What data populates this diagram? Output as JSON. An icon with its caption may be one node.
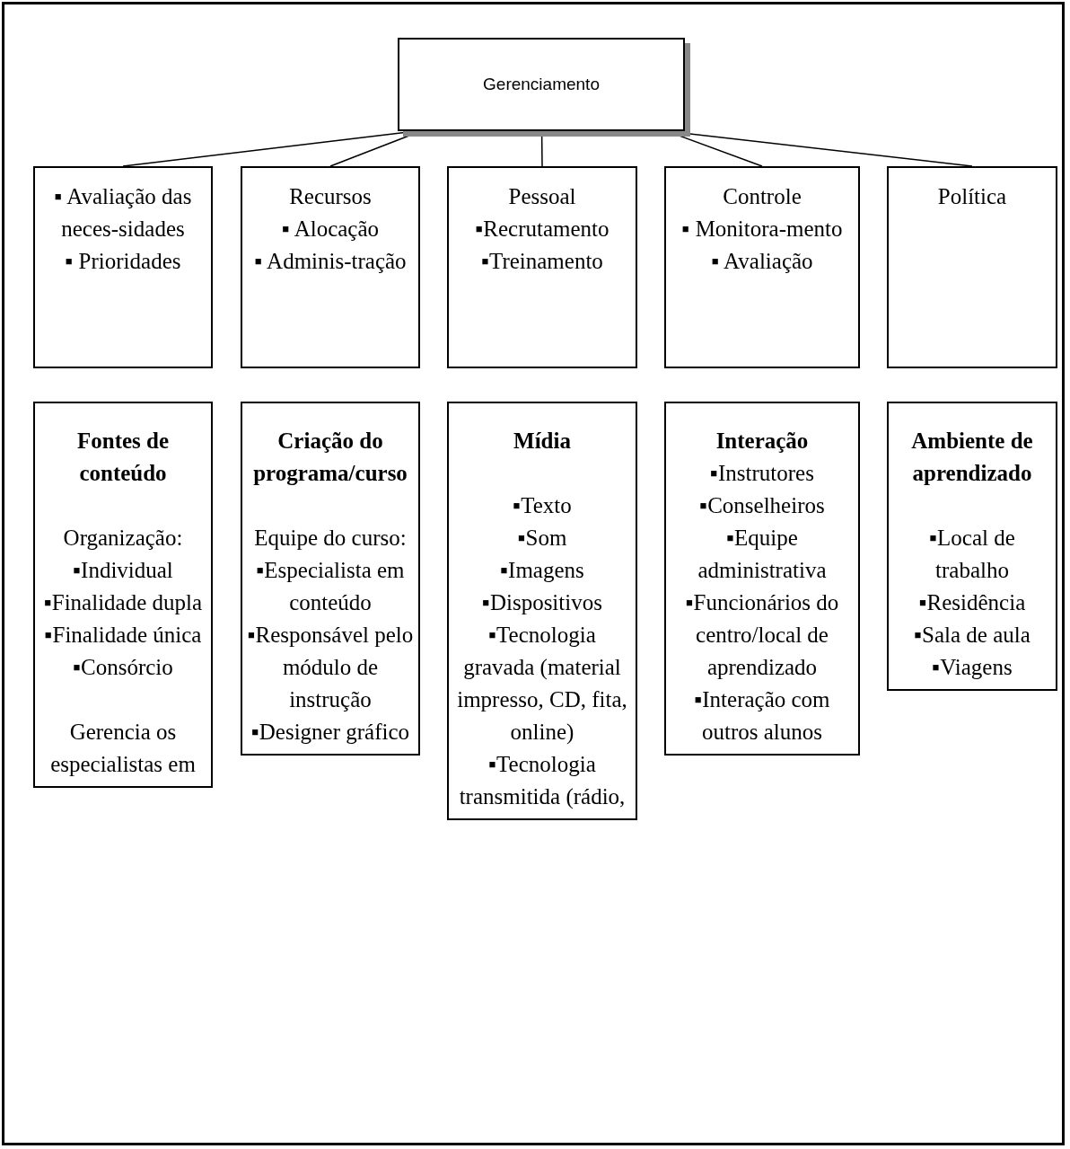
{
  "diagram": {
    "nodes": [
      {
        "text": [
          "Gerenciamento"
        ]
      },
      {
        "text": [
          "▪ Avaliação das neces-sidades",
          "▪ Prioridades"
        ]
      },
      {
        "text": [
          "Recursos",
          "▪ Alocação",
          "▪ Adminis-tração"
        ]
      },
      {
        "text": [
          "Pessoal",
          "▪Recrutamento",
          "▪Treinamento"
        ]
      },
      {
        "text": [
          "Controle",
          "▪ Monitora-mento",
          "▪ Avaliação"
        ]
      },
      {
        "text": [
          "Política"
        ]
      },
      {
        "text": [
          "Fontes de conteúdo",
          "Organização:",
          "▪Individual",
          "▪Finalidade dupla",
          "▪Finalidade única",
          "▪Consórcio",
          "Gerencia os especialistas em"
        ]
      },
      {
        "text": [
          "Criação do programa/curso",
          "Equipe do curso:",
          "▪Especialista em conteúdo",
          "▪Responsável pelo módulo de instrução",
          "▪Designer gráfico"
        ]
      },
      {
        "text": [
          "Mídia",
          "▪Texto",
          "▪Som",
          "▪Imagens",
          "▪Dispositivos",
          "▪Tecnologia gravada (material impresso, CD, fita, online)",
          "▪Tecnologia transmitida (rádio,"
        ]
      },
      {
        "text": [
          "Interação",
          "▪Instrutores",
          "▪Conselheiros",
          "▪Equipe administrativa",
          "▪Funcionários do centro/local de aprendizado",
          "▪Interação com outros alunos"
        ]
      },
      {
        "text": [
          "Ambiente de aprendizado",
          "▪Local de trabalho",
          "▪Residência",
          "▪Sala de aula",
          "▪Viagens"
        ]
      }
    ],
    "edges": [
      {
        "from": 0,
        "to": 1,
        "arrow": "none"
      },
      {
        "from": 0,
        "to": 2,
        "arrow": "none"
      },
      {
        "from": 0,
        "to": 3,
        "arrow": "none"
      },
      {
        "from": 0,
        "to": 4,
        "arrow": "none"
      },
      {
        "from": 0,
        "to": 5,
        "arrow": "none"
      }
    ]
  }
}
